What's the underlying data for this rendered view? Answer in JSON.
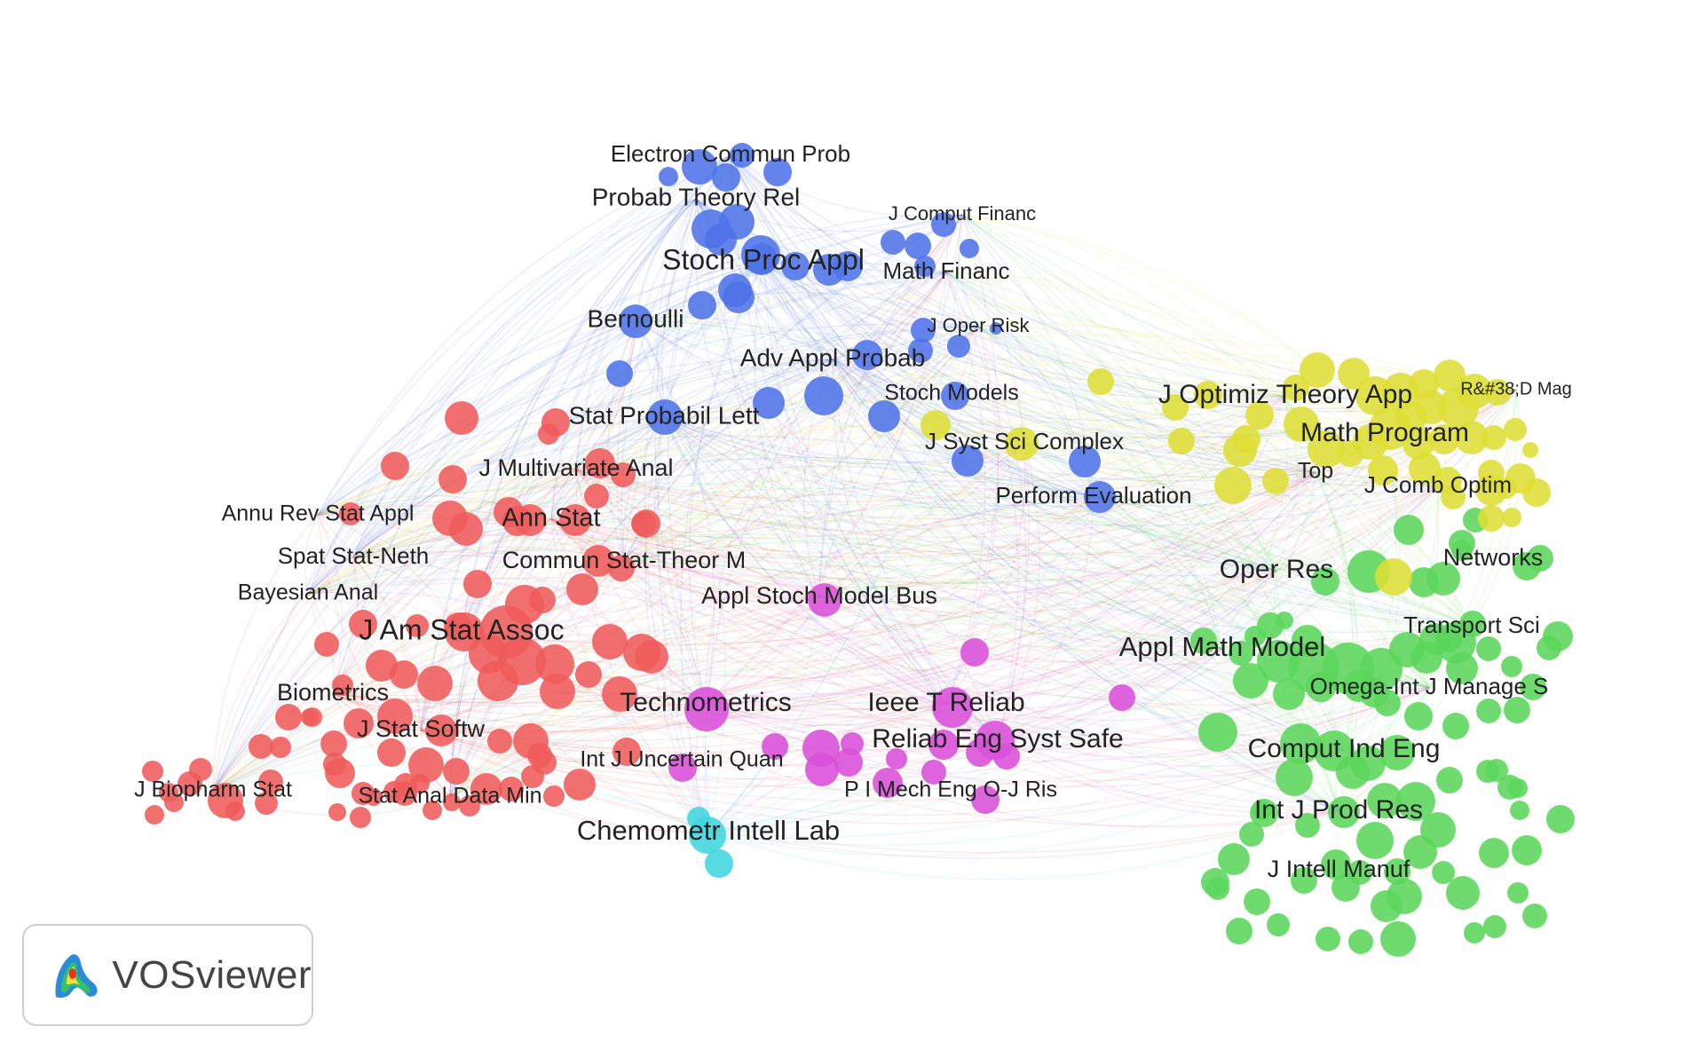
{
  "app": {
    "name": "VOSviewer"
  },
  "clusters": [
    {
      "id": "red",
      "color": "#ef5b5b"
    },
    {
      "id": "blue",
      "color": "#4f73e8"
    },
    {
      "id": "green",
      "color": "#5bd65b"
    },
    {
      "id": "yellow",
      "color": "#dede36"
    },
    {
      "id": "magenta",
      "color": "#d94fd9"
    },
    {
      "id": "cyan",
      "color": "#3fd6df"
    }
  ],
  "labels": [
    {
      "text": "Electron Commun Prob",
      "cluster": "blue"
    },
    {
      "text": "Probab Theory Rel",
      "cluster": "blue"
    },
    {
      "text": "J Comput Financ",
      "cluster": "blue"
    },
    {
      "text": "Stoch Proc Appl",
      "cluster": "blue"
    },
    {
      "text": "Math Financ",
      "cluster": "blue"
    },
    {
      "text": "Bernoulli",
      "cluster": "blue"
    },
    {
      "text": "J Oper Risk",
      "cluster": "blue"
    },
    {
      "text": "Adv Appl Probab",
      "cluster": "blue"
    },
    {
      "text": "Stoch Models",
      "cluster": "blue"
    },
    {
      "text": "Stat Probabil Lett",
      "cluster": "blue"
    },
    {
      "text": "J Syst Sci Complex",
      "cluster": "blue"
    },
    {
      "text": "Perform Evaluation",
      "cluster": "blue"
    },
    {
      "text": "J Optimiz Theory App",
      "cluster": "yellow"
    },
    {
      "text": "R&#38;D Mag",
      "cluster": "yellow"
    },
    {
      "text": "Math Program",
      "cluster": "yellow"
    },
    {
      "text": "Top",
      "cluster": "yellow"
    },
    {
      "text": "J Comb Optim",
      "cluster": "yellow"
    },
    {
      "text": "J Multivariate Anal",
      "cluster": "red"
    },
    {
      "text": "Annu Rev Stat Appl",
      "cluster": "red"
    },
    {
      "text": "Ann Stat",
      "cluster": "red"
    },
    {
      "text": "Spat Stat-Neth",
      "cluster": "red"
    },
    {
      "text": "Commun Stat-Theor M",
      "cluster": "red"
    },
    {
      "text": "Bayesian Anal",
      "cluster": "red"
    },
    {
      "text": "J Am Stat Assoc",
      "cluster": "red"
    },
    {
      "text": "Biometrics",
      "cluster": "red"
    },
    {
      "text": "J Stat Softw",
      "cluster": "red"
    },
    {
      "text": "J Biopharm Stat",
      "cluster": "red"
    },
    {
      "text": "Stat Anal Data Min",
      "cluster": "red"
    },
    {
      "text": "Appl Stoch Model Bus",
      "cluster": "magenta"
    },
    {
      "text": "Technometrics",
      "cluster": "magenta"
    },
    {
      "text": "Ieee T Reliab",
      "cluster": "magenta"
    },
    {
      "text": "Reliab Eng Syst Safe",
      "cluster": "magenta"
    },
    {
      "text": "Int J Uncertain Quan",
      "cluster": "magenta"
    },
    {
      "text": "P I Mech Eng O-J Ris",
      "cluster": "magenta"
    },
    {
      "text": "Chemometr Intell Lab",
      "cluster": "cyan"
    },
    {
      "text": "Oper Res",
      "cluster": "green"
    },
    {
      "text": "Networks",
      "cluster": "green"
    },
    {
      "text": "Transport Sci",
      "cluster": "green"
    },
    {
      "text": "Appl Math Model",
      "cluster": "green"
    },
    {
      "text": "Omega-Int J Manage S",
      "cluster": "green"
    },
    {
      "text": "Comput Ind Eng",
      "cluster": "green"
    },
    {
      "text": "Int J Prod Res",
      "cluster": "green"
    },
    {
      "text": "J Intell Manuf",
      "cluster": "green"
    }
  ]
}
